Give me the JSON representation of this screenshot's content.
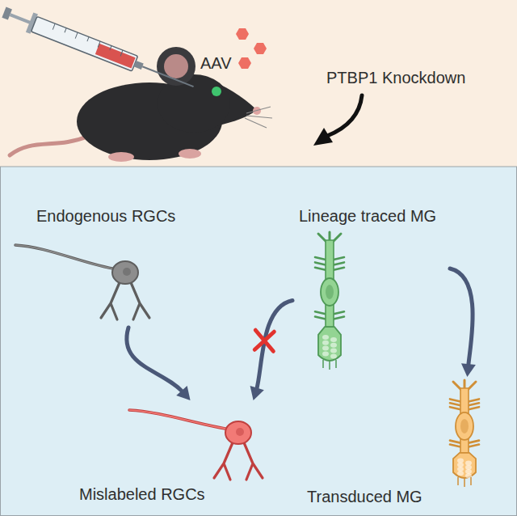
{
  "diagram": {
    "nodes": [
      {
        "text": [
          "Endogenous RGCs"
        ]
      },
      {
        "text": [
          "Lineage traced MG"
        ]
      },
      {
        "text": [
          "Mislabeled RGCs"
        ]
      },
      {
        "text": [
          "Transduced MG"
        ]
      }
    ],
    "edges": [
      {
        "from": 0,
        "to": 2,
        "arrow": "to"
      },
      {
        "from": 1,
        "to": 2,
        "arrow": "to"
      },
      {
        "from": 1,
        "to": 3,
        "arrow": "to"
      }
    ],
    "labels": [
      "AAV",
      "PTBP1 Knockdown"
    ]
  }
}
